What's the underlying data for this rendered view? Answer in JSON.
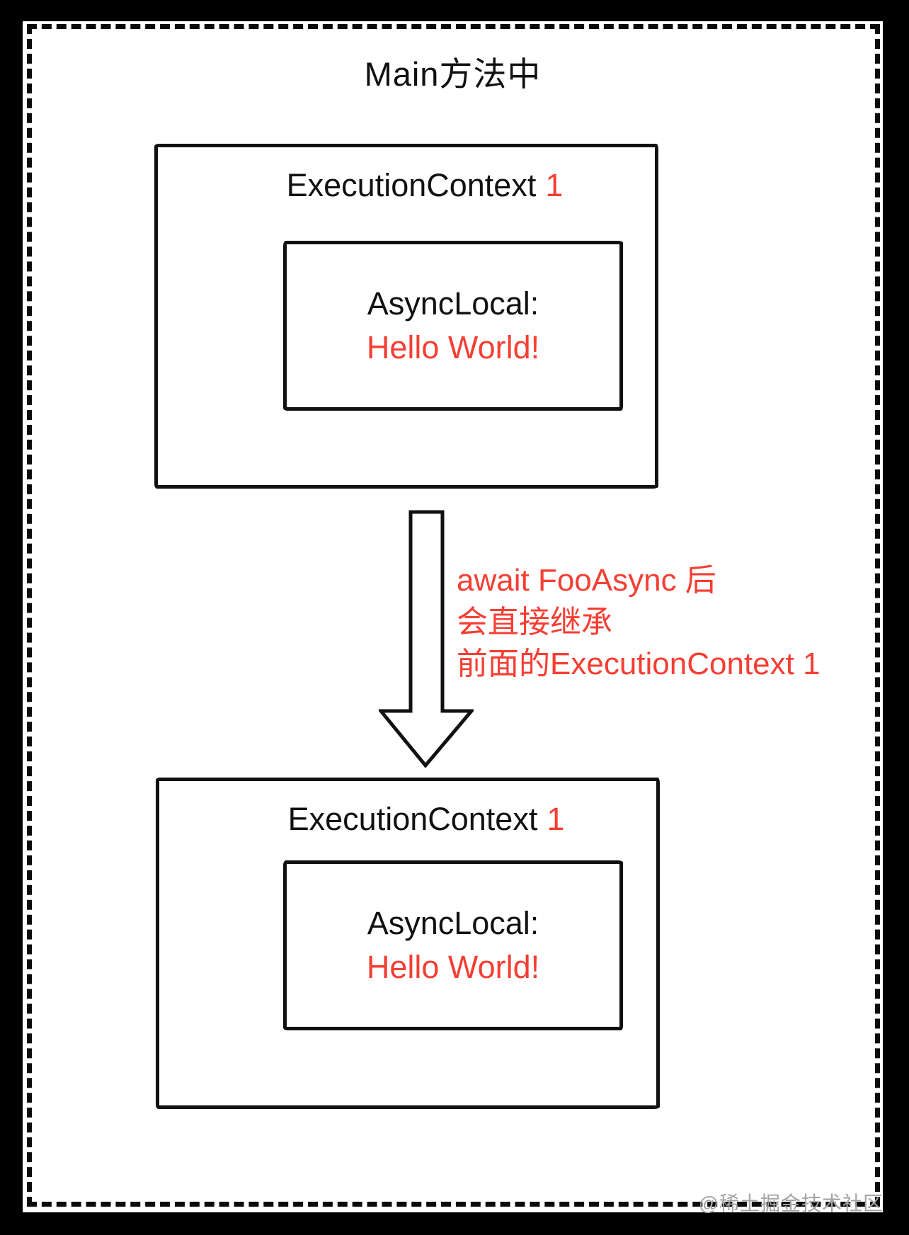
{
  "title": "Main方法中",
  "colors": {
    "canvas": "#000000",
    "paper": "#ffffff",
    "ink": "#111111",
    "red": "#f63e33",
    "watermark": "#a3a3a3"
  },
  "context_top": {
    "label_text": "ExecutionContext",
    "label_number": "1",
    "async_local_label": "AsyncLocal:",
    "async_local_value": "Hello World!"
  },
  "context_bottom": {
    "label_text": "ExecutionContext",
    "label_number": "1",
    "async_local_label": "AsyncLocal:",
    "async_local_value": "Hello World!"
  },
  "arrow_annotation": {
    "lines": [
      "await FooAsync 后",
      "会直接继承",
      "前面的ExecutionContext 1"
    ]
  },
  "watermark": "@稀土掘金技术社区"
}
